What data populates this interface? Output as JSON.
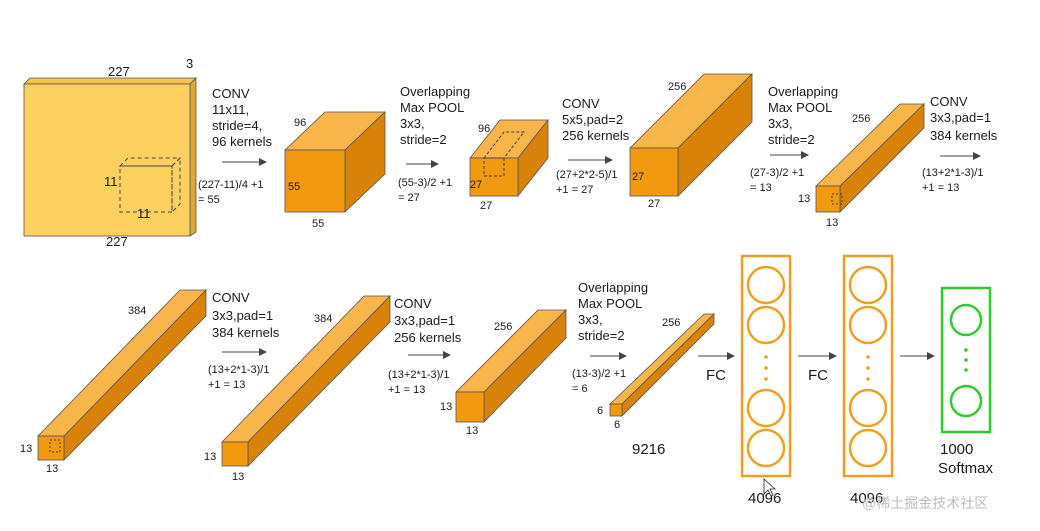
{
  "row1": {
    "input": {
      "width": "227",
      "height": "227",
      "depth": "3",
      "kernel_w": "11",
      "kernel_h": "11"
    },
    "conv1": {
      "lines": [
        "CONV",
        "11x11,",
        "stride=4,",
        "96 kernels"
      ],
      "formula": [
        "(227-11)/4 +1",
        "= 55"
      ]
    },
    "vol1": {
      "depth": "96",
      "height": "55",
      "width": "55"
    },
    "pool1": {
      "lines": [
        "Overlapping",
        "Max POOL",
        "3x3,",
        "stride=2"
      ],
      "formula": [
        "(55-3)/2 +1",
        "= 27"
      ]
    },
    "vol2": {
      "depth": "96",
      "height": "27",
      "width": "27"
    },
    "conv2": {
      "lines": [
        "CONV",
        "5x5,pad=2",
        "256 kernels"
      ],
      "formula": [
        "(27+2*2-5)/1",
        "+1  = 27"
      ]
    },
    "vol3": {
      "depth": "256",
      "height": "27",
      "width": "27"
    },
    "pool2": {
      "lines": [
        "Overlapping",
        "Max POOL",
        "3x3,",
        "stride=2"
      ],
      "formula": [
        "(27-3)/2 +1",
        "= 13"
      ]
    },
    "vol4": {
      "depth": "256",
      "height": "13",
      "width": "13"
    },
    "conv3": {
      "lines": [
        "CONV",
        "3x3,pad=1",
        "384 kernels"
      ],
      "formula": [
        "(13+2*1-3)/1",
        "+1  = 13"
      ]
    }
  },
  "row2": {
    "vol5": {
      "depth": "384",
      "height": "13",
      "width": "13"
    },
    "conv4": {
      "lines": [
        "CONV",
        "3x3,pad=1",
        "384 kernels"
      ],
      "formula": [
        "(13+2*1-3)/1",
        "+1  = 13"
      ]
    },
    "vol6": {
      "depth": "384",
      "height": "13",
      "width": "13"
    },
    "conv5": {
      "lines": [
        "CONV",
        "3x3,pad=1",
        "256 kernels"
      ],
      "formula": [
        "(13+2*1-3)/1",
        "+1  = 13"
      ]
    },
    "vol7": {
      "depth": "256",
      "height": "13",
      "width": "13"
    },
    "pool3": {
      "lines": [
        "Overlapping",
        "Max POOL",
        "3x3,",
        "stride=2"
      ],
      "formula": [
        "(13-3)/2 +1",
        "= 6"
      ]
    },
    "vol8": {
      "depth": "256",
      "height": "6",
      "width": "6"
    },
    "flatten": "9216",
    "fc1": {
      "label": "FC",
      "size": "4096"
    },
    "fc2": {
      "label": "FC",
      "size": "4096"
    },
    "output": {
      "size": "1000",
      "name": "Softmax"
    }
  },
  "watermark": "@稀土掘金技术社区",
  "colors": {
    "volume_front": "#f29a0f",
    "volume_top": "#f7b54a",
    "volume_side": "#d9820a",
    "input_fill": "#fbd05e",
    "fc_stroke": "#f0a020",
    "softmax_stroke": "#2ecc2e",
    "arrow": "#444444"
  }
}
